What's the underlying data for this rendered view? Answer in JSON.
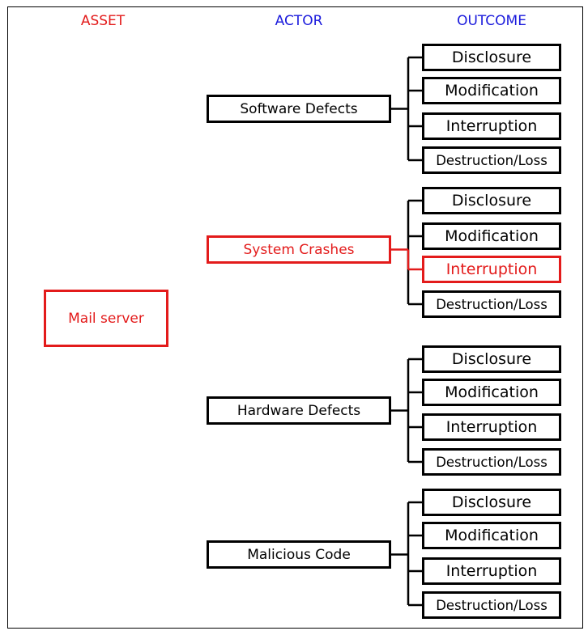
{
  "headers": {
    "asset": "ASSET",
    "actor": "ACTOR",
    "outcome": "OUTCOME"
  },
  "colors": {
    "asset_header": "#e31b1b",
    "actor_header": "#1a1adc",
    "outcome_header": "#1a1adc",
    "highlight": "#e31b1b",
    "normal": "#000000"
  },
  "asset": {
    "label": "Mail server",
    "highlighted": true
  },
  "actors": [
    {
      "label": "Software Defects",
      "highlighted": false,
      "outcomes": [
        {
          "label": "Disclosure",
          "highlighted": false
        },
        {
          "label": "Modification",
          "highlighted": false
        },
        {
          "label": "Interruption",
          "highlighted": false
        },
        {
          "label": "Destruction/Loss",
          "highlighted": false
        }
      ]
    },
    {
      "label": "System  Crashes",
      "highlighted": true,
      "outcomes": [
        {
          "label": "Disclosure",
          "highlighted": false
        },
        {
          "label": "Modification",
          "highlighted": false
        },
        {
          "label": "Interruption",
          "highlighted": true
        },
        {
          "label": "Destruction/Loss",
          "highlighted": false
        }
      ]
    },
    {
      "label": "Hardware Defects",
      "highlighted": false,
      "outcomes": [
        {
          "label": "Disclosure",
          "highlighted": false
        },
        {
          "label": "Modification",
          "highlighted": false
        },
        {
          "label": "Interruption",
          "highlighted": false
        },
        {
          "label": "Destruction/Loss",
          "highlighted": false
        }
      ]
    },
    {
      "label": "Malicious Code",
      "highlighted": false,
      "outcomes": [
        {
          "label": "Disclosure",
          "highlighted": false
        },
        {
          "label": "Modification",
          "highlighted": false
        },
        {
          "label": "Interruption",
          "highlighted": false
        },
        {
          "label": "Destruction/Loss",
          "highlighted": false
        }
      ]
    }
  ]
}
